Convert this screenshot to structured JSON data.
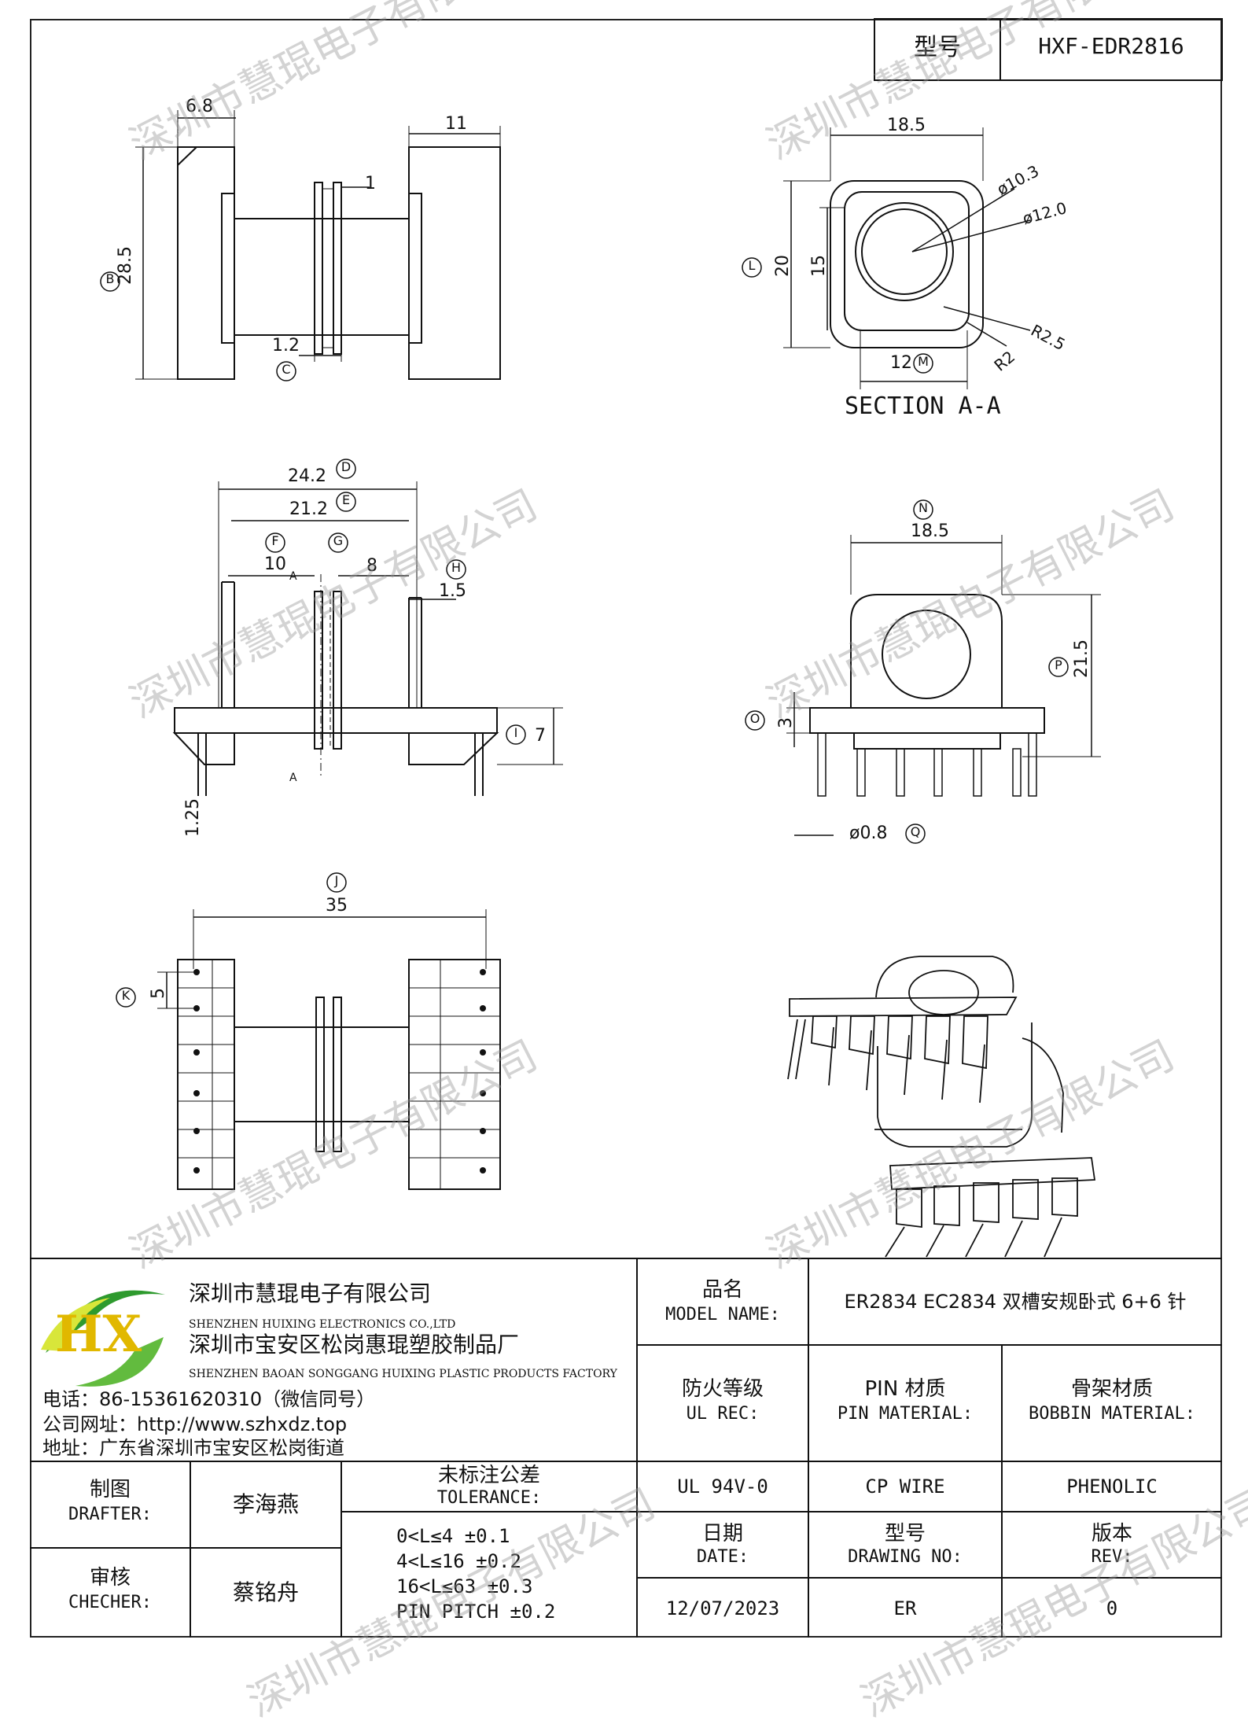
{
  "header": {
    "model_label": "型号",
    "model_value": "HXF-EDR2816"
  },
  "dimensions": {
    "side": {
      "d6_8": "6.8",
      "d11": "11",
      "d1": "1",
      "d28_5": "28.5",
      "dB": "B",
      "d1_2": "1.2",
      "dC": "C"
    },
    "section": {
      "d18_5": "18.5",
      "d10_3": "ø10.3",
      "d12_0": "ø12.0",
      "dL": "L",
      "d20": "20",
      "d15": "15",
      "d12": "12",
      "dM": "M",
      "r2_5": "R2.5",
      "r2": "R2",
      "title": "SECTION A-A"
    },
    "front": {
      "d24_2": "24.2",
      "dD": "D",
      "d21_2": "21.2",
      "dE": "E",
      "dF": "F",
      "dG": "G",
      "dH": "H",
      "d10": "10",
      "d8": "8",
      "d1_5": "1.5",
      "d7": "7",
      "dI": "I",
      "d1_25": "1.25",
      "a1": "A",
      "a2": "A"
    },
    "right": {
      "dN": "N",
      "d18_5": "18.5",
      "dP": "P",
      "d21_5": "21.5",
      "dO": "O",
      "d3": "3",
      "d0_8": "ø0.8",
      "dQ": "Q"
    },
    "bottom": {
      "dJ": "J",
      "d35": "35",
      "dK": "K",
      "d5": "5"
    }
  },
  "company": {
    "logo_text": "HX",
    "name_cn": "深圳市慧琨电子有限公司",
    "name_en": "SHENZHEN HUIXING ELECTRONICS CO.,LTD",
    "factory_cn": "深圳市宝安区松岗惠琨塑胶制品厂",
    "factory_en": "SHENZHEN BAOAN SONGGANG HUIXING PLASTIC PRODUCTS FACTORY",
    "phone": "电话：86-15361620310（微信同号）",
    "website": "公司网址：http://www.szhxdz.top",
    "address": "地址：广东省深圳市宝安区松岗街道"
  },
  "table": {
    "model_name_cn": "品名",
    "model_name_en": "MODEL NAME:",
    "model_name_value": "ER2834 EC2834 双槽安规卧式 6+6 针",
    "ul_cn": "防火等级",
    "ul_en": "UL REC:",
    "pin_cn": "PIN 材质",
    "pin_en": "PIN MATERIAL:",
    "bobbin_cn": "骨架材质",
    "bobbin_en": "BOBBIN MATERIAL:",
    "ul_value": "UL 94V-0",
    "pin_value": "CP WIRE",
    "bobbin_value": "PHENOLIC",
    "drafter_cn": "制图",
    "drafter_en": "DRAFTER:",
    "drafter_name": "李海燕",
    "checker_cn": "审核",
    "checker_en": "CHECHER:",
    "checker_name": "蔡铭舟",
    "tol_cn": "未标注公差",
    "tol_en": "TOLERANCE:",
    "tol_lines": [
      "0<L≤4  ±0.1",
      "4<L≤16 ±0.2",
      "16<L≤63 ±0.3",
      "PIN PITCH ±0.2"
    ],
    "date_cn": "日期",
    "date_en": "DATE:",
    "drawing_cn": "型号",
    "drawing_en": "DRAWING NO:",
    "rev_cn": "版本",
    "rev_en": "REV:",
    "date_value": "12/07/2023",
    "drawing_value": "ER",
    "rev_value": "0"
  },
  "watermark": "深圳市慧琨电子有限公司"
}
